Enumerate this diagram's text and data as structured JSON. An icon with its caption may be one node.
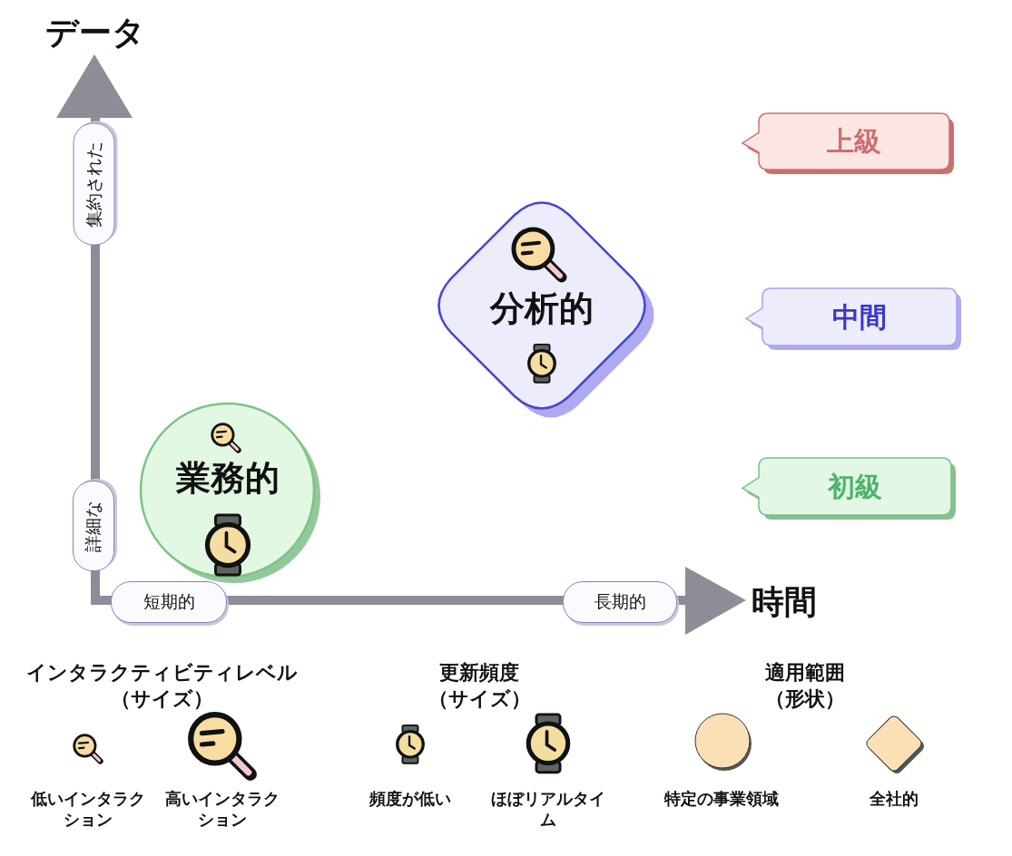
{
  "diagram": {
    "nodes": [
      {
        "text": [
          "業務的"
        ]
      },
      {
        "text": [
          "分析的"
        ]
      },
      {
        "text": [
          "上級"
        ]
      },
      {
        "text": [
          "中間"
        ]
      },
      {
        "text": [
          "初級"
        ]
      }
    ],
    "labels": [
      "データ",
      "集約された",
      "詳細な",
      "短期的",
      "長期的",
      "時間",
      "インタラクティビティレベル（サイズ）",
      "更新頻度（サイズ）",
      "適用範囲（形状）"
    ],
    "legend": [
      {
        "text": "低いインタラクション"
      },
      {
        "text": "高いインタラクション"
      },
      {
        "text": "頻度が低い"
      },
      {
        "text": "ほぼリアルタイム"
      },
      {
        "text": "特定の事業領域"
      },
      {
        "text": "全社的"
      }
    ]
  }
}
